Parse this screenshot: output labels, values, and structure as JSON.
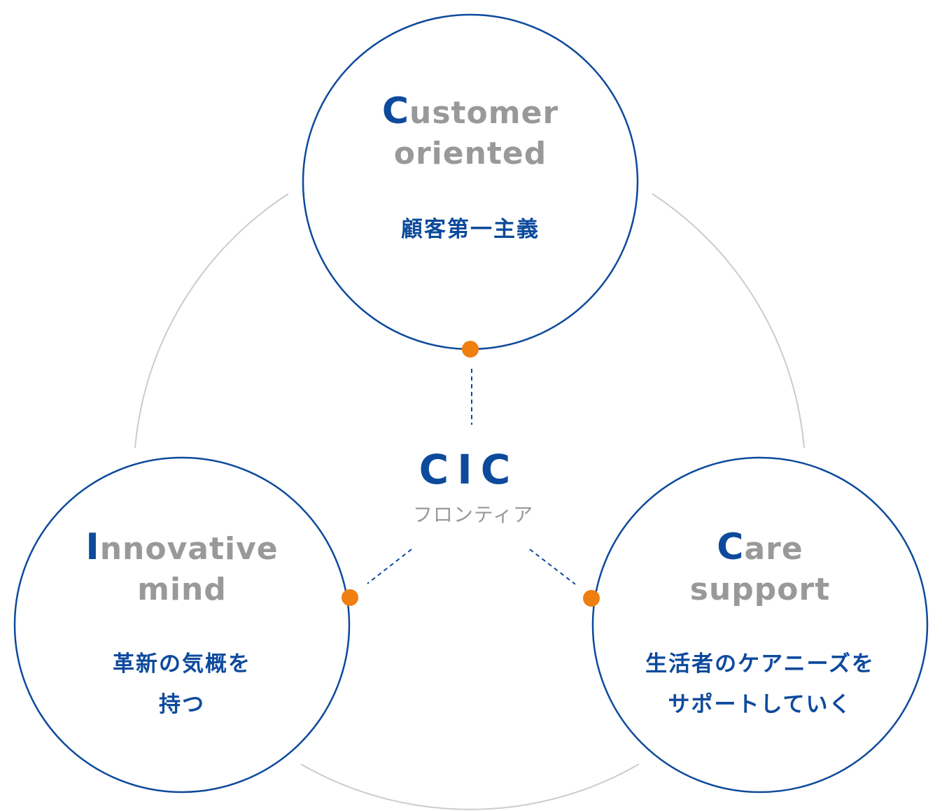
{
  "colors": {
    "primary_blue": "#0d4a9c",
    "gray_text": "#999999",
    "outer_ring": "#cccccc",
    "dot_orange": "#ee7f10"
  },
  "center": {
    "title": "CIC",
    "subtitle": "フロンティア"
  },
  "nodes": [
    {
      "id": "customer",
      "initial": "C",
      "title_line1_rest": "ustomer",
      "title_line2": "oriented",
      "jp_line1": "顧客第一主義",
      "jp_line2": ""
    },
    {
      "id": "innovative",
      "initial": "I",
      "title_line1_rest": "nnovative",
      "title_line2": "mind",
      "jp_line1": "革新の気概を",
      "jp_line2": "持つ"
    },
    {
      "id": "care",
      "initial": "C",
      "title_line1_rest": "are",
      "title_line2": "support",
      "jp_line1": "生活者のケアニーズを",
      "jp_line2": "サポートしていく"
    }
  ]
}
